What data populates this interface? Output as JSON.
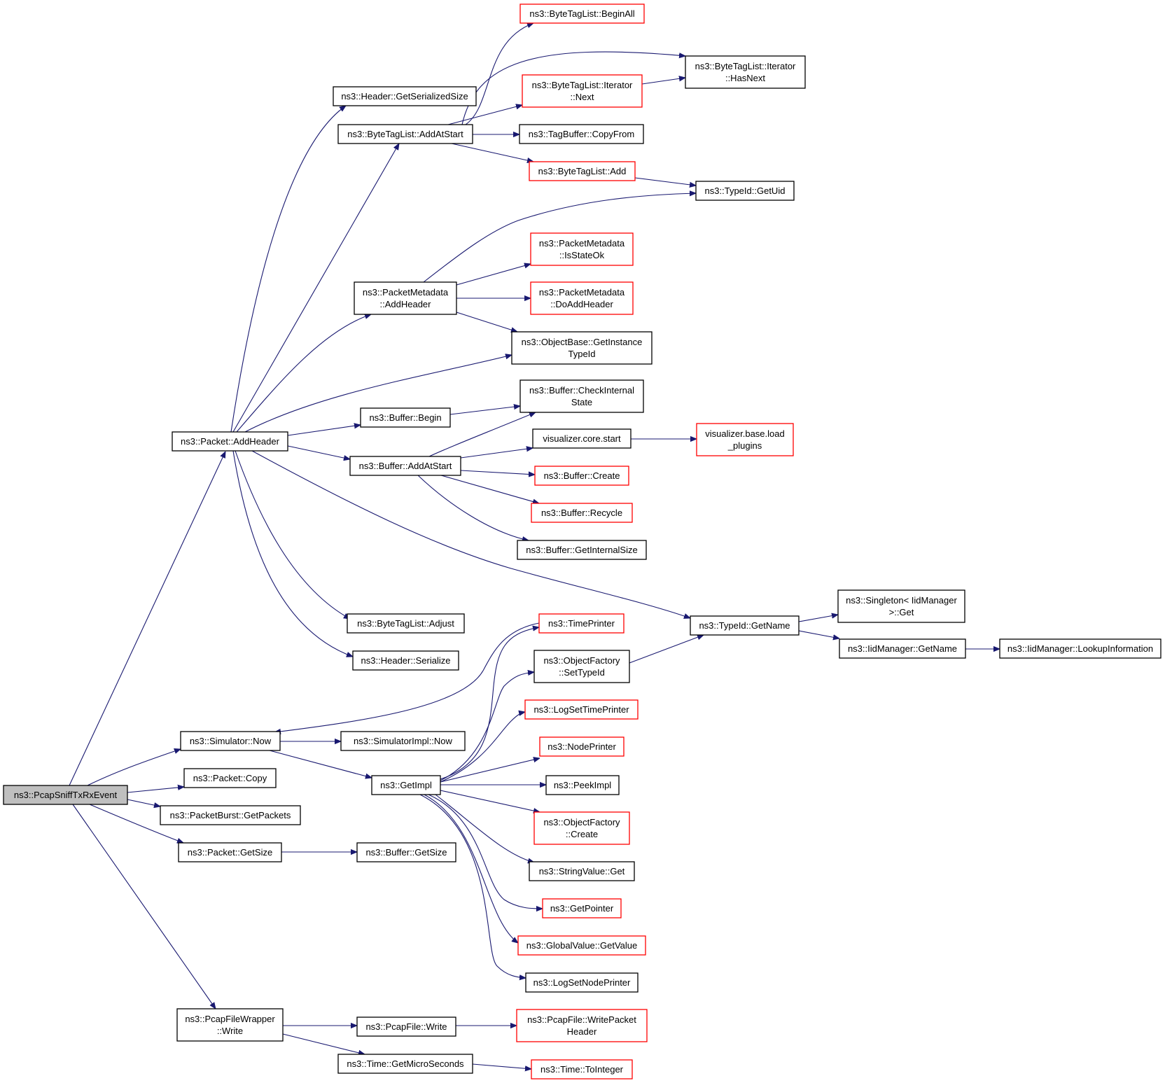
{
  "diagram": {
    "nodes": [
      {
        "id": "pcap_sniff",
        "lines": [
          "ns3::PcapSniffTxRxEvent"
        ],
        "style": "root"
      },
      {
        "id": "packet_addheader",
        "lines": [
          "ns3::Packet::AddHeader"
        ],
        "style": "black"
      },
      {
        "id": "simulator_now",
        "lines": [
          "ns3::Simulator::Now"
        ],
        "style": "black"
      },
      {
        "id": "packet_copy",
        "lines": [
          "ns3::Packet::Copy"
        ],
        "style": "black"
      },
      {
        "id": "packetburst_getpackets",
        "lines": [
          "ns3::PacketBurst::GetPackets"
        ],
        "style": "black"
      },
      {
        "id": "packet_getsize",
        "lines": [
          "ns3::Packet::GetSize"
        ],
        "style": "black"
      },
      {
        "id": "pcapfilewrapper_write",
        "lines": [
          "ns3::PcapFileWrapper",
          "::Write"
        ],
        "style": "black"
      },
      {
        "id": "header_getserializedsize",
        "lines": [
          "ns3::Header::GetSerializedSize"
        ],
        "style": "black"
      },
      {
        "id": "bytetaglist_addatstart",
        "lines": [
          "ns3::ByteTagList::AddAtStart"
        ],
        "style": "black"
      },
      {
        "id": "packetmetadata_addheader",
        "lines": [
          "ns3::PacketMetadata",
          "::AddHeader"
        ],
        "style": "black"
      },
      {
        "id": "buffer_begin",
        "lines": [
          "ns3::Buffer::Begin"
        ],
        "style": "black"
      },
      {
        "id": "buffer_addatstart",
        "lines": [
          "ns3::Buffer::AddAtStart"
        ],
        "style": "black"
      },
      {
        "id": "bytetaglist_adjust",
        "lines": [
          "ns3::ByteTagList::Adjust"
        ],
        "style": "black"
      },
      {
        "id": "header_serialize",
        "lines": [
          "ns3::Header::Serialize"
        ],
        "style": "black"
      },
      {
        "id": "simulatorimpl_now",
        "lines": [
          "ns3::SimulatorImpl::Now"
        ],
        "style": "black"
      },
      {
        "id": "getimpl",
        "lines": [
          "ns3::GetImpl"
        ],
        "style": "black"
      },
      {
        "id": "buffer_getsize",
        "lines": [
          "ns3::Buffer::GetSize"
        ],
        "style": "black"
      },
      {
        "id": "pcapfile_write",
        "lines": [
          "ns3::PcapFile::Write"
        ],
        "style": "black"
      },
      {
        "id": "time_getmicroseconds",
        "lines": [
          "ns3::Time::GetMicroSeconds"
        ],
        "style": "black"
      },
      {
        "id": "bytetaglist_beginall",
        "lines": [
          "ns3::ByteTagList::BeginAll"
        ],
        "style": "red"
      },
      {
        "id": "bytetaglist_iterator_next",
        "lines": [
          "ns3::ByteTagList::Iterator",
          "::Next"
        ],
        "style": "red"
      },
      {
        "id": "tagbuffer_copyfrom",
        "lines": [
          "ns3::TagBuffer::CopyFrom"
        ],
        "style": "black"
      },
      {
        "id": "bytetaglist_add",
        "lines": [
          "ns3::ByteTagList::Add"
        ],
        "style": "red"
      },
      {
        "id": "packetmetadata_isstateok",
        "lines": [
          "ns3::PacketMetadata",
          "::IsStateOk"
        ],
        "style": "red"
      },
      {
        "id": "packetmetadata_doaddheader",
        "lines": [
          "ns3::PacketMetadata",
          "::DoAddHeader"
        ],
        "style": "red"
      },
      {
        "id": "objectbase_getinstancetypeid",
        "lines": [
          "ns3::ObjectBase::GetInstance",
          "TypeId"
        ],
        "style": "black"
      },
      {
        "id": "buffer_checkinternalstate",
        "lines": [
          "ns3::Buffer::CheckInternal",
          "State"
        ],
        "style": "black"
      },
      {
        "id": "visualizer_core_start",
        "lines": [
          "visualizer.core.start"
        ],
        "style": "black"
      },
      {
        "id": "buffer_create",
        "lines": [
          "ns3::Buffer::Create"
        ],
        "style": "red"
      },
      {
        "id": "buffer_recycle",
        "lines": [
          "ns3::Buffer::Recycle"
        ],
        "style": "red"
      },
      {
        "id": "buffer_getinternalsize",
        "lines": [
          "ns3::Buffer::GetInternalSize"
        ],
        "style": "black"
      },
      {
        "id": "timeprinter",
        "lines": [
          "ns3::TimePrinter"
        ],
        "style": "red"
      },
      {
        "id": "objectfactory_settypeid",
        "lines": [
          "ns3::ObjectFactory",
          "::SetTypeId"
        ],
        "style": "black"
      },
      {
        "id": "logsettimeprinter",
        "lines": [
          "ns3::LogSetTimePrinter"
        ],
        "style": "red"
      },
      {
        "id": "nodeprinter",
        "lines": [
          "ns3::NodePrinter"
        ],
        "style": "red"
      },
      {
        "id": "peekimpl",
        "lines": [
          "ns3::PeekImpl"
        ],
        "style": "black"
      },
      {
        "id": "objectfactory_create",
        "lines": [
          "ns3::ObjectFactory",
          "::Create"
        ],
        "style": "red"
      },
      {
        "id": "stringvalue_get",
        "lines": [
          "ns3::StringValue::Get"
        ],
        "style": "black"
      },
      {
        "id": "getpointer",
        "lines": [
          "ns3::GetPointer"
        ],
        "style": "red"
      },
      {
        "id": "globalvalue_getvalue",
        "lines": [
          "ns3::GlobalValue::GetValue"
        ],
        "style": "red"
      },
      {
        "id": "logsetnodeprinter",
        "lines": [
          "ns3::LogSetNodePrinter"
        ],
        "style": "black"
      },
      {
        "id": "pcapfile_writepacketheader",
        "lines": [
          "ns3::PcapFile::WritePacket",
          "Header"
        ],
        "style": "red"
      },
      {
        "id": "time_tointeger",
        "lines": [
          "ns3::Time::ToInteger"
        ],
        "style": "red"
      },
      {
        "id": "bytetaglist_iterator_hasnext",
        "lines": [
          "ns3::ByteTagList::Iterator",
          "::HasNext"
        ],
        "style": "black"
      },
      {
        "id": "typeid_getuid",
        "lines": [
          "ns3::TypeId::GetUid"
        ],
        "style": "black"
      },
      {
        "id": "visualizer_base_loadplugins",
        "lines": [
          "visualizer.base.load",
          "_plugins"
        ],
        "style": "red"
      },
      {
        "id": "typeid_getname",
        "lines": [
          "ns3::TypeId::GetName"
        ],
        "style": "black"
      },
      {
        "id": "singleton_get",
        "lines": [
          "ns3::Singleton< IidManager",
          ">::Get"
        ],
        "style": "black"
      },
      {
        "id": "iidmanager_getname",
        "lines": [
          "ns3::IidManager::GetName"
        ],
        "style": "black"
      },
      {
        "id": "iidmanager_lookupinformation",
        "lines": [
          "ns3::IidManager::LookupInformation"
        ],
        "style": "black"
      }
    ],
    "edges": [
      {
        "from": "pcap_sniff",
        "to": "packet_addheader"
      },
      {
        "from": "pcap_sniff",
        "to": "simulator_now"
      },
      {
        "from": "pcap_sniff",
        "to": "packet_copy"
      },
      {
        "from": "pcap_sniff",
        "to": "packetburst_getpackets"
      },
      {
        "from": "pcap_sniff",
        "to": "packet_getsize"
      },
      {
        "from": "pcap_sniff",
        "to": "pcapfilewrapper_write"
      },
      {
        "from": "packet_addheader",
        "to": "header_getserializedsize"
      },
      {
        "from": "packet_addheader",
        "to": "bytetaglist_addatstart"
      },
      {
        "from": "packet_addheader",
        "to": "packetmetadata_addheader"
      },
      {
        "from": "packet_addheader",
        "to": "objectbase_getinstancetypeid"
      },
      {
        "from": "packet_addheader",
        "to": "buffer_begin"
      },
      {
        "from": "packet_addheader",
        "to": "buffer_addatstart"
      },
      {
        "from": "packet_addheader",
        "to": "typeid_getname"
      },
      {
        "from": "packet_addheader",
        "to": "bytetaglist_adjust"
      },
      {
        "from": "packet_addheader",
        "to": "header_serialize"
      },
      {
        "from": "bytetaglist_addatstart",
        "to": "bytetaglist_beginall"
      },
      {
        "from": "bytetaglist_addatstart",
        "to": "bytetaglist_iterator_hasnext"
      },
      {
        "from": "bytetaglist_addatstart",
        "to": "bytetaglist_iterator_next"
      },
      {
        "from": "bytetaglist_addatstart",
        "to": "tagbuffer_copyfrom"
      },
      {
        "from": "bytetaglist_addatstart",
        "to": "bytetaglist_add"
      },
      {
        "from": "bytetaglist_iterator_next",
        "to": "bytetaglist_iterator_hasnext"
      },
      {
        "from": "bytetaglist_add",
        "to": "typeid_getuid"
      },
      {
        "from": "packetmetadata_addheader",
        "to": "typeid_getuid"
      },
      {
        "from": "packetmetadata_addheader",
        "to": "packetmetadata_isstateok"
      },
      {
        "from": "packetmetadata_addheader",
        "to": "packetmetadata_doaddheader"
      },
      {
        "from": "packetmetadata_addheader",
        "to": "objectbase_getinstancetypeid"
      },
      {
        "from": "buffer_begin",
        "to": "buffer_checkinternalstate"
      },
      {
        "from": "buffer_addatstart",
        "to": "buffer_checkinternalstate"
      },
      {
        "from": "buffer_addatstart",
        "to": "visualizer_core_start"
      },
      {
        "from": "buffer_addatstart",
        "to": "buffer_create"
      },
      {
        "from": "buffer_addatstart",
        "to": "buffer_recycle"
      },
      {
        "from": "buffer_addatstart",
        "to": "buffer_getinternalsize"
      },
      {
        "from": "visualizer_core_start",
        "to": "visualizer_base_loadplugins"
      },
      {
        "from": "typeid_getname",
        "to": "singleton_get"
      },
      {
        "from": "typeid_getname",
        "to": "iidmanager_getname"
      },
      {
        "from": "iidmanager_getname",
        "to": "iidmanager_lookupinformation"
      },
      {
        "from": "simulator_now",
        "to": "simulatorimpl_now"
      },
      {
        "from": "simulator_now",
        "to": "getimpl"
      },
      {
        "from": "timeprinter",
        "to": "simulator_now"
      },
      {
        "from": "getimpl",
        "to": "timeprinter"
      },
      {
        "from": "getimpl",
        "to": "objectfactory_settypeid"
      },
      {
        "from": "getimpl",
        "to": "logsettimeprinter"
      },
      {
        "from": "getimpl",
        "to": "nodeprinter"
      },
      {
        "from": "getimpl",
        "to": "peekimpl"
      },
      {
        "from": "getimpl",
        "to": "objectfactory_create"
      },
      {
        "from": "getimpl",
        "to": "stringvalue_get"
      },
      {
        "from": "getimpl",
        "to": "getpointer"
      },
      {
        "from": "getimpl",
        "to": "globalvalue_getvalue"
      },
      {
        "from": "getimpl",
        "to": "logsetnodeprinter"
      },
      {
        "from": "objectfactory_settypeid",
        "to": "typeid_getname"
      },
      {
        "from": "packet_getsize",
        "to": "buffer_getsize"
      },
      {
        "from": "pcapfilewrapper_write",
        "to": "pcapfile_write"
      },
      {
        "from": "pcapfilewrapper_write",
        "to": "time_getmicroseconds"
      },
      {
        "from": "pcapfile_write",
        "to": "pcapfile_writepacketheader"
      },
      {
        "from": "time_getmicroseconds",
        "to": "time_tointeger"
      }
    ]
  },
  "colors": {
    "edge": "#191970",
    "node_border_default": "#000000",
    "node_border_undocumented": "#ff0000",
    "root_fill": "#bfbfbf",
    "background": "#ffffff"
  }
}
